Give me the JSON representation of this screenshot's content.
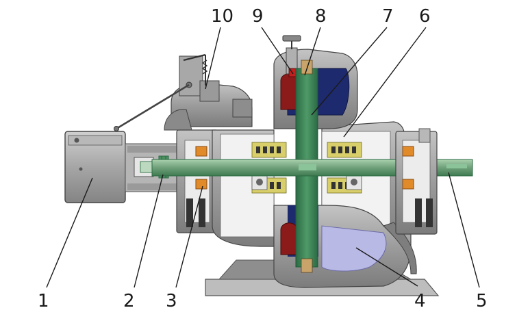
{
  "callouts": [
    {
      "id": "c1",
      "label": "1"
    },
    {
      "id": "c2",
      "label": "2"
    },
    {
      "id": "c3",
      "label": "3"
    },
    {
      "id": "c4",
      "label": "4"
    },
    {
      "id": "c5",
      "label": "5"
    },
    {
      "id": "c6",
      "label": "6"
    },
    {
      "id": "c7",
      "label": "7"
    },
    {
      "id": "c8",
      "label": "8"
    },
    {
      "id": "c9",
      "label": "9"
    },
    {
      "id": "c10",
      "label": "10"
    }
  ],
  "colors": {
    "casing": "#9a9a9a",
    "casing_dark": "#6e6e6e",
    "shaft": "#6fa07a",
    "rotor": "#2e7a4e",
    "bearing": "#e08a2a",
    "valve_red": "#8b1a1a",
    "chamber_blue": "#1e2a6e",
    "chamber_light": "#b9b9e6",
    "seal_yellow": "#d8cf6a"
  }
}
